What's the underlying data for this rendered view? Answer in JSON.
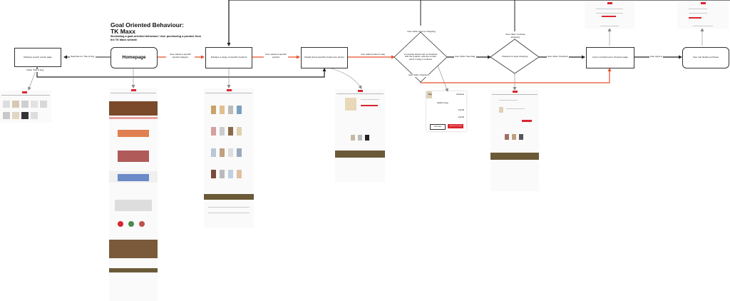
{
  "title": "Goal Oriented Behaviour:\nTK Maxx",
  "subtitle": "Illustrating a goal-oriented behaviour: User purchasing a product from the TK Maxx website",
  "nodes": {
    "search_results": "Displays search results page",
    "homepage": "Homepage",
    "range_products": "Displays a range of specific products",
    "product_details": "Details about specific product are shown",
    "overlay_decision": "An overlay shows user to checkout with the product, view the current items in bag or continue",
    "continue_shopping": "Checkout or keep shopping",
    "checkout_page": "User is transferred to checkout page",
    "finalise": "User can finalise purchase"
  },
  "edges": {
    "search_tote": "Searches for 'Tote & Fog'",
    "clicks_tote": "Clicks 'Tote & Fog'",
    "select_category": "User selects a specific product category",
    "select_product": "User selects a specific product",
    "add_to_bag": "User adds product to bag",
    "return_to_shopping": "User clicks return to shopping",
    "continue_shopping_label": "User clicks 'Continue shopping'",
    "view_bag": "User clicks 'View bag'",
    "checkout_1": "User clicks 'Checkout'",
    "checkout_2": "User clicks 'Checkout'",
    "sign_in": "User signs in"
  },
  "popup": {
    "tab_left": "Bag",
    "tab_right": "Checkout",
    "item_title": "Added to bag",
    "price": "£12.99",
    "total": "£12.99",
    "btn_view": "VIEW BAG",
    "btn_checkout": "CHECKOUT NOW"
  },
  "colors": {
    "accent": "#e8502a",
    "line": "#222222",
    "brand_red": "#d9252f",
    "footer_brown": "#6b5a37"
  }
}
